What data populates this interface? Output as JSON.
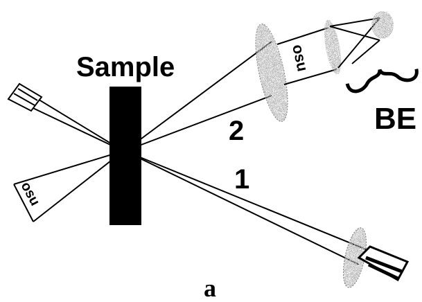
{
  "labels": {
    "sample": "Sample",
    "beam_2": "2",
    "beam_1": "1",
    "be": "BE",
    "osu_upper": "osu",
    "osu_left": "osu",
    "panel": "a"
  },
  "colors": {
    "ink": "#000000",
    "lens_gray": "#9a9a9a",
    "background": "#ffffff"
  }
}
